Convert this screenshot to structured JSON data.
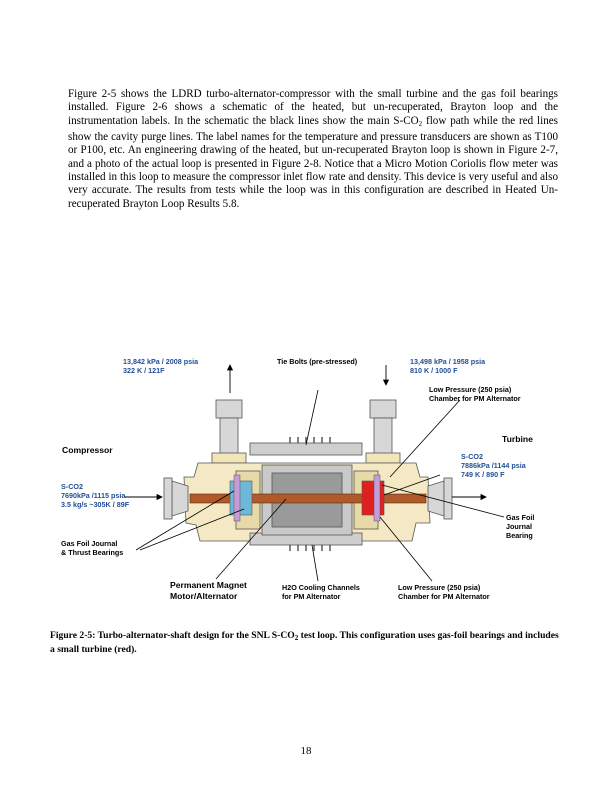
{
  "paragraph": {
    "part1": "Figure 2-5 shows the LDRD turbo-alternator-compressor with the small turbine and the gas foil bearings installed.  Figure 2-6 shows a schematic of the heated, but un-recuperated, Brayton loop and the instrumentation labels.  In the schematic the black lines show the main S-CO",
    "sub": "2",
    "part2": " flow path while the red lines show the cavity purge lines.  The label names for the temperature and pressure transducers are shown as T100 or P100, etc.  An engineering drawing of the heated, but un-recuperated Brayton loop is shown in Figure 2-7, and a photo of the actual loop is presented in Figure 2-8.   Notice that a Micro Motion Coriolis flow meter was installed in this loop to measure the compressor inlet flow rate and density.  This device is very useful and also very accurate.  The results from tests while the loop was in this configuration are described in Heated Un-recuperated Brayton Loop Results 5.8."
  },
  "figure": {
    "compressor_inlet": {
      "line1": "13,842 kPa / 2008 psia",
      "line2": "322 K / 121F"
    },
    "tie_bolts": "Tie Bolts (pre-stressed)",
    "turbine_outlet": {
      "line1": "13,498 kPa / 1958 psia",
      "line2": "810 K / 1000 F"
    },
    "low_pressure_top": {
      "line1": "Low Pressure (250 psia)",
      "line2": "Chamber for PM Alternator"
    },
    "compressor_label": "Compressor",
    "turbine_label": "Turbine",
    "compressor_outlet": {
      "line1": "S-CO2",
      "line2": "7690kPa /1115 psia",
      "line3": "3.5 kg/s ~305K / 89F"
    },
    "turbine_inlet": {
      "line1": "S-CO2",
      "line2": "7886kPa /1144 psia",
      "line3": "749 K / 890 F"
    },
    "gas_foil_journal_right": {
      "line1": "Gas Foil",
      "line2": "Journal",
      "line3": "Bearing"
    },
    "gas_foil_journal_thrust": {
      "line1": "Gas Foil Journal",
      "line2": "& Thrust Bearings"
    },
    "pm_motor": {
      "line1": "Permanent Magnet",
      "line2": "Motor/Alternator"
    },
    "h2o_cooling": {
      "line1": "H2O Cooling Channels",
      "line2": "for PM Alternator"
    },
    "low_pressure_bottom": {
      "line1": "Low Pressure (250 psia)",
      "line2": "Chamber for PM Alternator"
    }
  },
  "caption": {
    "part1": "Figure 2-5: Turbo-alternator-shaft design for the SNL S-CO",
    "sub": "2",
    "part2": " test loop.    This configuration uses gas-foil bearings and includes a small turbine (red)."
  },
  "page_number": "18"
}
